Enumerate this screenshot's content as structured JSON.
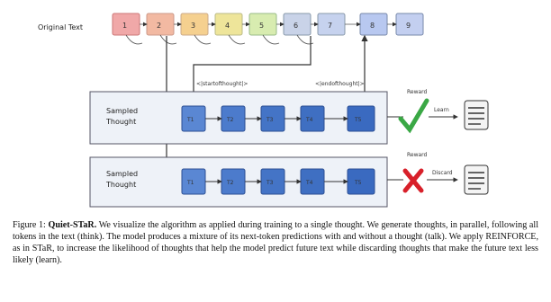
{
  "figure": {
    "original_text_label": "Original Text",
    "tokens": [
      "1",
      "2",
      "3",
      "4",
      "5",
      "6",
      "7",
      "8",
      "9"
    ],
    "token_colors": [
      "#f0a8a8",
      "#f2b9a2",
      "#f5d08f",
      "#eee59a",
      "#d8ecb0",
      "#c9d3e8",
      "#c6d2ee",
      "#c3cff0",
      "#b8c8f0"
    ],
    "sampled_thought_label_1": [
      "Sampled",
      "Thought"
    ],
    "sampled_thought_label_2": [
      "Sampled",
      "Thought"
    ],
    "start_thought": "<|startofthought|>",
    "end_thought": "<|endofthought|>",
    "thought_tokens_top": [
      "T1",
      "T2",
      "T3",
      "T4",
      "T5"
    ],
    "thought_tokens_bottom": [
      "T1",
      "T2",
      "T3",
      "T4",
      "T5"
    ],
    "reward_top": "Reward",
    "reward_bottom": "Reward",
    "discard_label": "Discard",
    "learn_label": "Learn"
  },
  "caption": {
    "figure_label": "Figure 1:",
    "title": "Quiet-STaR.",
    "body": "We visualize the algorithm as applied during training to a single thought. We generate thoughts, in parallel, following all tokens in the text (think). The model produces a mixture of its next-token predictions with and without a thought (talk). We apply REINFORCE, as in STaR, to increase the likelihood of thoughts that help the model predict future text while discarding thoughts that make the future text less likely (learn)."
  },
  "colors": {
    "thought_block": "#3a6fc4",
    "panel_bg": "#eef2f8",
    "check": "#3aa845",
    "cross": "#d8202a"
  }
}
